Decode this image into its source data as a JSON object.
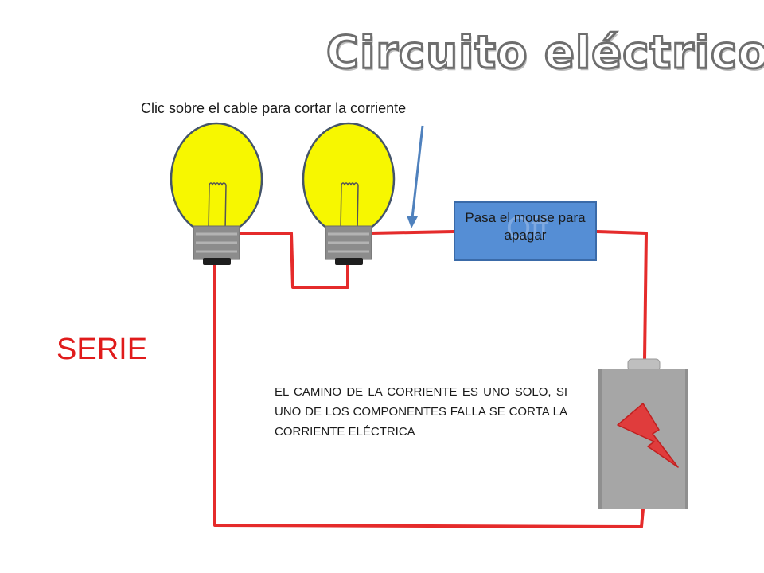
{
  "page": {
    "title": "Circuito eléctrico",
    "hint": "Clic sobre el cable para cortar la corriente",
    "switch": {
      "label": "Pasa el mouse para apagar",
      "state": "Off"
    },
    "type_label": "SERIE",
    "description": "EL CAMINO DE LA CORRIENTE ES UNO SOLO, SI UNO DE LOS COMPONENTES FALLA SE CORTA LA CORRIENTE ELÉCTRICA"
  },
  "colors": {
    "wire": "#e52b2b",
    "bulb": "#f7f700",
    "bulb_outline": "#44546a",
    "switch_fill": "#558ed5",
    "battery": "#a6a6a6",
    "bolt": "#e03c3c",
    "arrow": "#4f81bd",
    "serie_text": "#e01b1b"
  },
  "icons": {
    "bulbs": [
      "lightbulb-icon",
      "lightbulb-icon"
    ],
    "battery": "battery-icon",
    "bolt": "lightning-bolt-icon",
    "arrow": "pointer-arrow-icon"
  }
}
